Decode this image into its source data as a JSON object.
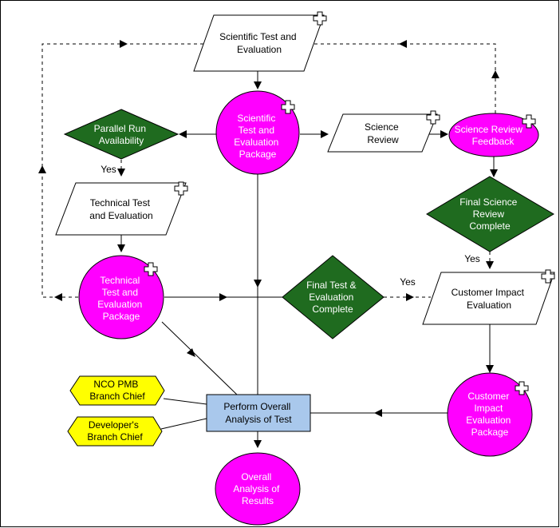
{
  "colors": {
    "process_circle": "#ff00ff",
    "decision_diamond": "#1f6b1f",
    "role_hexagon": "#ffff00",
    "action_box": "#a9c8ec",
    "io_parallelogram": "#ffffff"
  },
  "nodes": {
    "scientific_te": {
      "lines": [
        "Scientific Test and",
        "Evaluation"
      ]
    },
    "scientific_te_package": {
      "lines": [
        "Scientific",
        "Test and",
        "Evaluation",
        "Package"
      ]
    },
    "parallel_run": {
      "lines": [
        "Parallel Run",
        "Availability"
      ]
    },
    "science_review": {
      "lines": [
        "Science",
        "Review"
      ]
    },
    "science_review_feedback": {
      "lines": [
        "Science Review",
        "Feedback"
      ]
    },
    "technical_te": {
      "lines": [
        "Technical Test",
        "and Evaluation"
      ]
    },
    "final_science_review": {
      "lines": [
        "Final Science",
        "Review",
        "Complete"
      ]
    },
    "technical_te_package": {
      "lines": [
        "Technical",
        "Test and",
        "Evaluation",
        "Package"
      ]
    },
    "final_test_eval": {
      "lines": [
        "Final Test &",
        "Evaluation",
        "Complete"
      ]
    },
    "customer_impact_eval": {
      "lines": [
        "Customer Impact",
        "Evaluation"
      ]
    },
    "nco_pmb": {
      "lines": [
        "NCO PMB",
        "Branch Chief"
      ]
    },
    "developers_chief": {
      "lines": [
        "Developer's",
        "Branch Chief"
      ]
    },
    "perform_analysis": {
      "lines": [
        "Perform Overall",
        "Analysis of Test"
      ]
    },
    "customer_impact_package": {
      "lines": [
        "Customer",
        "Impact",
        "Evaluation",
        "Package"
      ]
    },
    "overall_analysis": {
      "lines": [
        "Overall",
        "Analysis of",
        "Results"
      ]
    }
  },
  "edge_labels": {
    "yes_parallel": "Yes",
    "yes_final_science": "Yes",
    "yes_final_test": "Yes"
  }
}
